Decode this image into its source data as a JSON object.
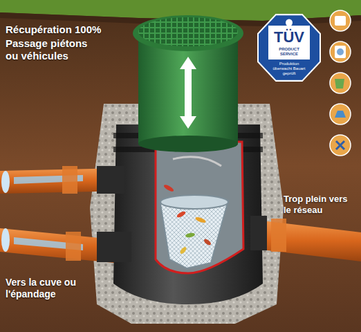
{
  "diagram": {
    "nodes": [
      {
        "text": [
          "TÜV",
          "PRODUCT SERVICE",
          "Produktion überwacht Bauart geprüft"
        ]
      }
    ],
    "labels": [
      "Récupération 100%",
      "Passage piétons ou véhicules",
      "Trop plein vers le réseau",
      "Vers la cuve ou l'épandage"
    ]
  }
}
